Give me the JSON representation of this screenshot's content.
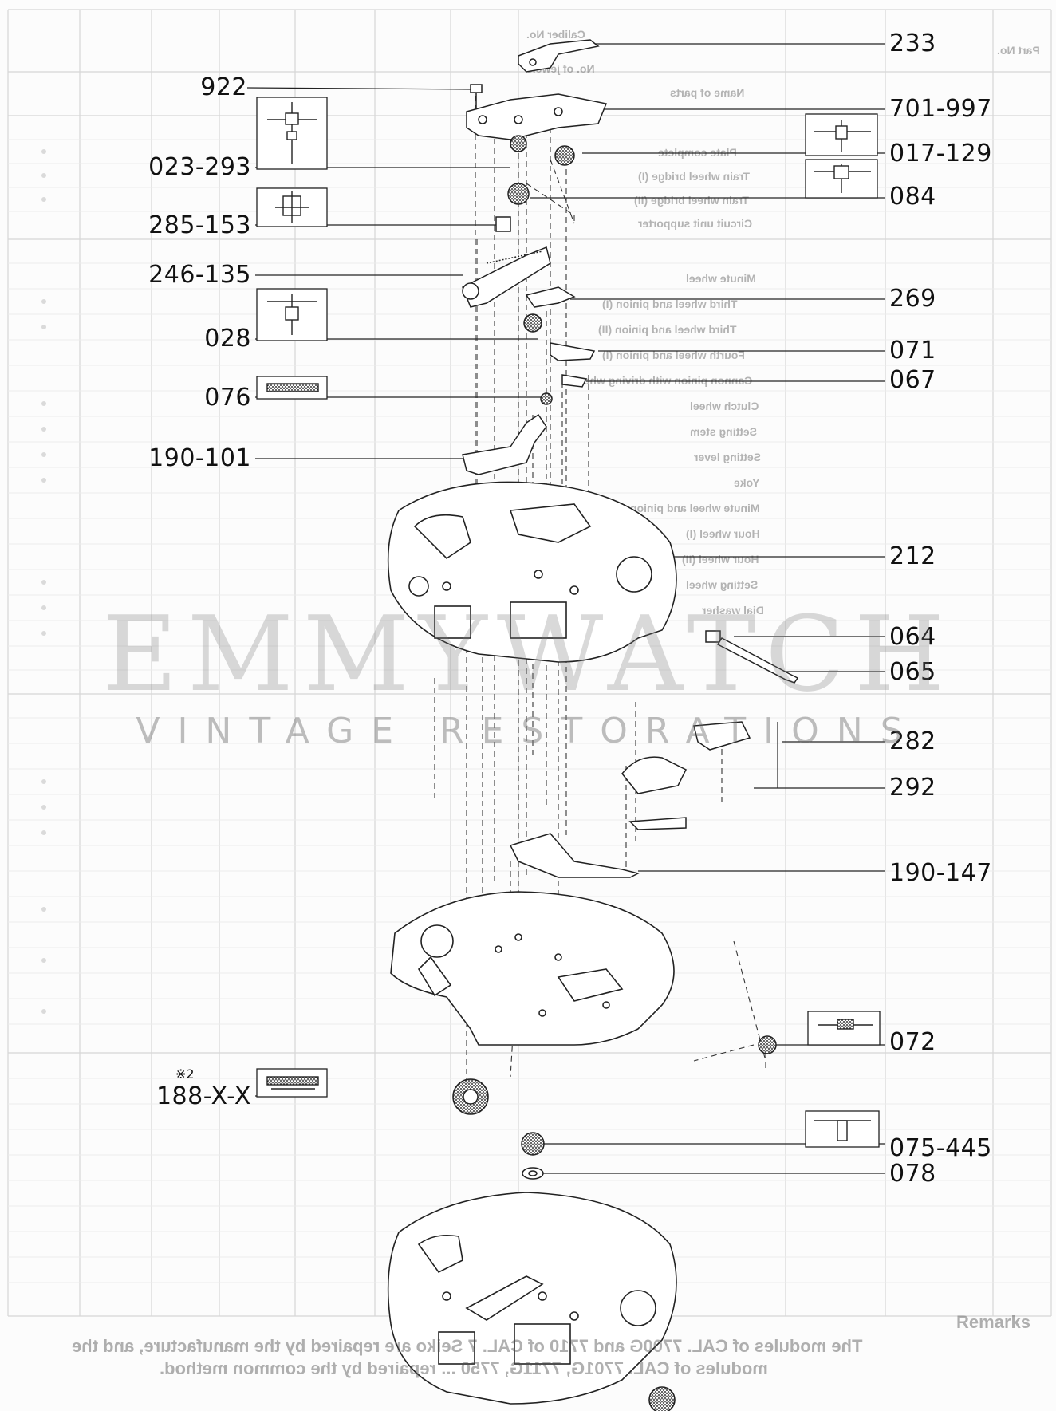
{
  "watermark": {
    "title": "EMMYWATCH",
    "subtitle": "VINTAGE RESTORATIONS"
  },
  "labels_left": [
    {
      "id": "922",
      "text": "922"
    },
    {
      "id": "023-293",
      "text": "023-293"
    },
    {
      "id": "285-153",
      "text": "285-153"
    },
    {
      "id": "246-135",
      "text": "246-135"
    },
    {
      "id": "028",
      "text": "028"
    },
    {
      "id": "076",
      "text": "076"
    },
    {
      "id": "190-101",
      "text": "190-101"
    },
    {
      "id": "188-xx",
      "text": "188-X-X"
    }
  ],
  "labels_right": [
    {
      "id": "233",
      "text": "233"
    },
    {
      "id": "701-997",
      "text": "701-997"
    },
    {
      "id": "017-129",
      "text": "017-129"
    },
    {
      "id": "084",
      "text": "084"
    },
    {
      "id": "269",
      "text": "269"
    },
    {
      "id": "071",
      "text": "071"
    },
    {
      "id": "067",
      "text": "067"
    },
    {
      "id": "212",
      "text": "212"
    },
    {
      "id": "064",
      "text": "064"
    },
    {
      "id": "065",
      "text": "065"
    },
    {
      "id": "282",
      "text": "282"
    },
    {
      "id": "292",
      "text": "292"
    },
    {
      "id": "190-147",
      "text": "190-147"
    },
    {
      "id": "072",
      "text": "072"
    },
    {
      "id": "075-445",
      "text": "075-445"
    },
    {
      "id": "078",
      "text": "078"
    }
  ],
  "note_mark": "※2",
  "background_table": {
    "header_name": "Name of parts",
    "header_partno": "Part No.",
    "header_caliber": "Caliber No.",
    "header_jewels": "No. of jewels",
    "rows": [
      "Plate complete",
      "Train wheel bridge (I)",
      "Train wheel bridge (II)",
      "Circuit unit supporter",
      "Minute wheel",
      "Third wheel and pinion (I)",
      "Third wheel and pinion (II)",
      "Fourth wheel and pinion (I)",
      "Cannon pinion with driving wheel",
      "Clutch wheel",
      "Setting stem",
      "Setting lever",
      "Yoke",
      "Minute wheel and pinion",
      "Hour wheel (I)",
      "Hour wheel (II)",
      "Setting wheel",
      "Dial washer"
    ],
    "remarks_title": "Remarks",
    "remarks_line1": "The modules of CAL. 7700G and 7710 of CAL. 7 Seiko are repaired by the manufacture, and the",
    "remarks_line2": "modules of CAL. 7701G, 7711G, 7750 ... repaired by the common method."
  }
}
